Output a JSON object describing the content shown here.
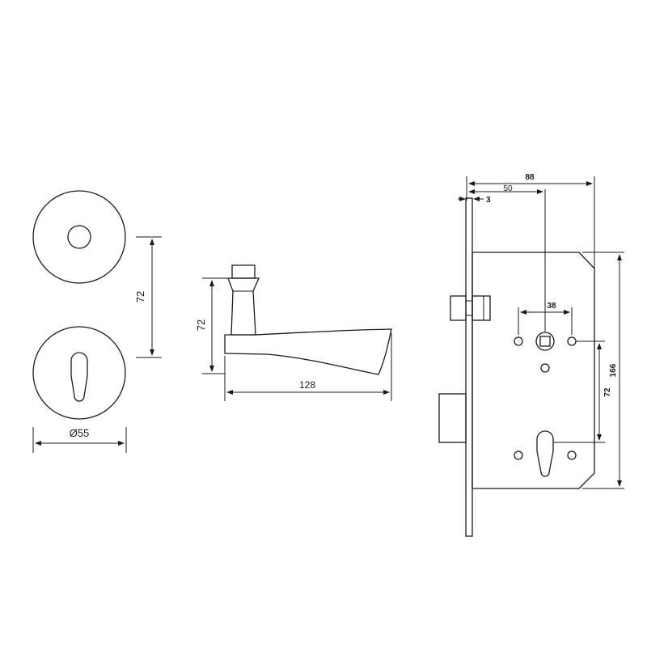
{
  "rosette_view": {
    "height_label": "72",
    "diameter_label": "Ø55"
  },
  "lever_view": {
    "height_label": "72",
    "length_label": "128"
  },
  "lock_body_view": {
    "overall_depth_label": "88",
    "backset_label": "50",
    "faceplate_label": "3",
    "hole_spacing_label": "38",
    "centre_distance_label": "72",
    "body_height_label": "166"
  },
  "colors": {
    "line": "#1a1a1a",
    "background": "#ffffff"
  }
}
